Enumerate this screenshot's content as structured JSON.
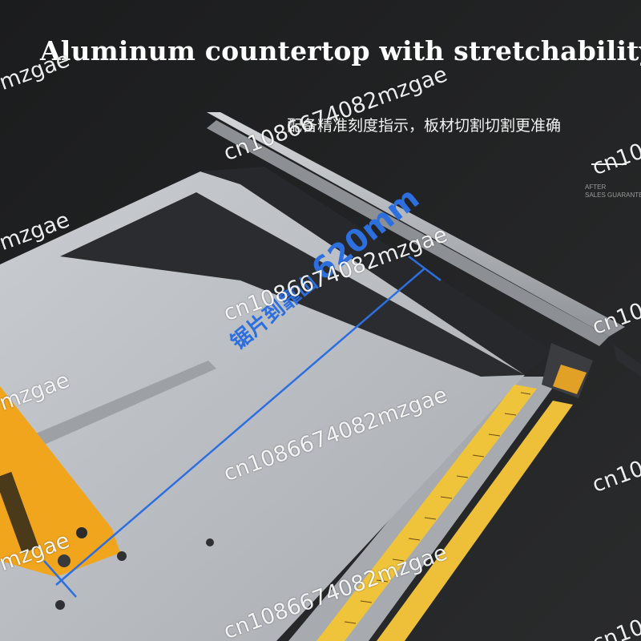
{
  "headline": "Aluminum countertop with stretchability",
  "subheadline": "配备精准刻度指示，板材切割切割更准确",
  "after_sales": [
    "AFTER",
    "SALES GUARANTEE"
  ],
  "dimension": {
    "label_cn": "锯片到靠山",
    "value": "620mm"
  },
  "watermark": {
    "text": "cn1086674082mzgae",
    "short": "mzgae",
    "prefix": "cn10"
  },
  "colors": {
    "background": "#202122",
    "aluminum": "#b9bdc1",
    "blade_plate": "#f1a51c",
    "measure_line": "#2e6fe0",
    "ruler": "#f0c43a"
  }
}
